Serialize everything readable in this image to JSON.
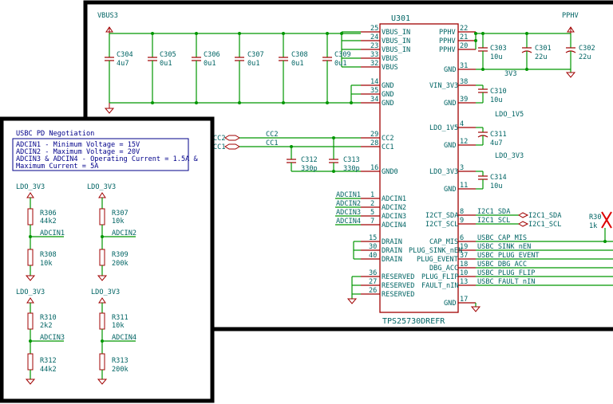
{
  "power": {
    "vbus3": "VBUS3",
    "pphv": "PPHV",
    "ldo_3v3": "LDO_3V3",
    "ldo_1v5": "LDO_1V5",
    "n3v3": "3V3"
  },
  "ic": {
    "ref": "U301",
    "value": "TPS25730DREFR",
    "left_pins": [
      {
        "num": "25",
        "name": "VBUS_IN"
      },
      {
        "num": "24",
        "name": "VBUS_IN"
      },
      {
        "num": "23",
        "name": "VBUS_IN"
      },
      {
        "num": "33",
        "name": "VBUS"
      },
      {
        "num": "32",
        "name": "VBUS"
      },
      {
        "num": "14",
        "name": "GND"
      },
      {
        "num": "35",
        "name": "GND"
      },
      {
        "num": "34",
        "name": "GND"
      },
      {
        "num": "29",
        "name": "CC2"
      },
      {
        "num": "28",
        "name": "CC1"
      },
      {
        "num": "16",
        "name": "GND0"
      },
      {
        "num": "1",
        "name": "ADCIN1"
      },
      {
        "num": "2",
        "name": "ADCIN2"
      },
      {
        "num": "5",
        "name": "ADCIN3"
      },
      {
        "num": "7",
        "name": "ADCIN4"
      },
      {
        "num": "15",
        "name": "DRAIN"
      },
      {
        "num": "30",
        "name": "DRAIN"
      },
      {
        "num": "40",
        "name": "DRAIN"
      },
      {
        "num": "36",
        "name": "RESERVED"
      },
      {
        "num": "27",
        "name": "RESERVED"
      },
      {
        "num": "26",
        "name": "RESERVED"
      }
    ],
    "right_pins": [
      {
        "num": "22",
        "name": "PPHV"
      },
      {
        "num": "21",
        "name": "PPHV"
      },
      {
        "num": "20",
        "name": "PPHV"
      },
      {
        "num": "31",
        "name": "GND"
      },
      {
        "num": "38",
        "name": "VIN_3V3"
      },
      {
        "num": "39",
        "name": "GND"
      },
      {
        "num": "4",
        "name": "LDO_1V5"
      },
      {
        "num": "12",
        "name": "GND"
      },
      {
        "num": "3",
        "name": "LDO_3V3"
      },
      {
        "num": "11",
        "name": "GND"
      },
      {
        "num": "8",
        "name": "I2CT_SDA"
      },
      {
        "num": "9",
        "name": "I2CT_SCL"
      },
      {
        "num": "6",
        "name": "CAP_MIS"
      },
      {
        "num": "19",
        "name": "PLUG_SINK_nEN"
      },
      {
        "num": "37",
        "name": "PLUG_EVENT"
      },
      {
        "num": "18",
        "name": "DBG_ACC"
      },
      {
        "num": "10",
        "name": "PLUG_FLIP"
      },
      {
        "num": "13",
        "name": "FAULT_nIN"
      },
      {
        "num": "17",
        "name": "GND"
      }
    ]
  },
  "vbus_caps": [
    {
      "ref": "C304",
      "val": "4u7"
    },
    {
      "ref": "C305",
      "val": "0u1"
    },
    {
      "ref": "C306",
      "val": "0u1"
    },
    {
      "ref": "C307",
      "val": "0u1"
    },
    {
      "ref": "C308",
      "val": "0u1"
    },
    {
      "ref": "C309",
      "val": "0u1"
    }
  ],
  "pphv_caps": [
    {
      "ref": "C303",
      "val": "10u"
    },
    {
      "ref": "C301",
      "val": "22u"
    },
    {
      "ref": "C302",
      "val": "22u"
    }
  ],
  "ldo_caps": [
    {
      "ref": "C310",
      "val": "10u"
    },
    {
      "ref": "C311",
      "val": "4u7"
    },
    {
      "ref": "C314",
      "val": "10u"
    }
  ],
  "cc_caps": [
    {
      "ref": "C312",
      "val": "330p"
    },
    {
      "ref": "C313",
      "val": "330p"
    }
  ],
  "cc_nets": {
    "cc2": "CC2",
    "cc1": "CC1"
  },
  "adc_nets": [
    "ADCIN1",
    "ADCIN2",
    "ADCIN3",
    "ADCIN4"
  ],
  "i2c": {
    "sda": "I2C1_SDA",
    "scl": "I2C1_SCL",
    "res_ref": "R30",
    "res_val": "1k"
  },
  "right_nets": [
    "USBC_CAP_MIS",
    "USBC_SINK_nEN",
    "USBC_PLUG_EVENT",
    "USBC_DBG_ACC",
    "USBC_PLUG_FLIP",
    "USBC_FAULT_nIN"
  ],
  "note": {
    "title": "USBC PD Negotiation",
    "lines": [
      "ADCIN1 - Minimum Voltage = 15V",
      "ADCIN2 - Maximum Voltage = 20V",
      "ADCIN3 & ADCIN4 - Operating Current = 1.5A &",
      "Maximum Current = 5A"
    ]
  },
  "dividers": [
    {
      "rail": "LDO_3V3",
      "top_ref": "R306",
      "top_val": "44k2",
      "net": "ADCIN1",
      "bot_ref": "R308",
      "bot_val": "10k"
    },
    {
      "rail": "LDO_3V3",
      "top_ref": "R307",
      "top_val": "10k",
      "net": "ADCIN2",
      "bot_ref": "R309",
      "bot_val": "200k"
    },
    {
      "rail": "LDO_3V3",
      "top_ref": "R310",
      "top_val": "2k2",
      "net": "ADCIN3",
      "bot_ref": "R312",
      "bot_val": "44k2"
    },
    {
      "rail": "LDO_3V3",
      "top_ref": "R311",
      "top_val": "10k",
      "net": "ADCIN4",
      "bot_ref": "R313",
      "bot_val": "200k"
    }
  ],
  "colors": {
    "wire": "#009600",
    "component": "#a00000",
    "text": "#006464",
    "note": "#00008a"
  }
}
